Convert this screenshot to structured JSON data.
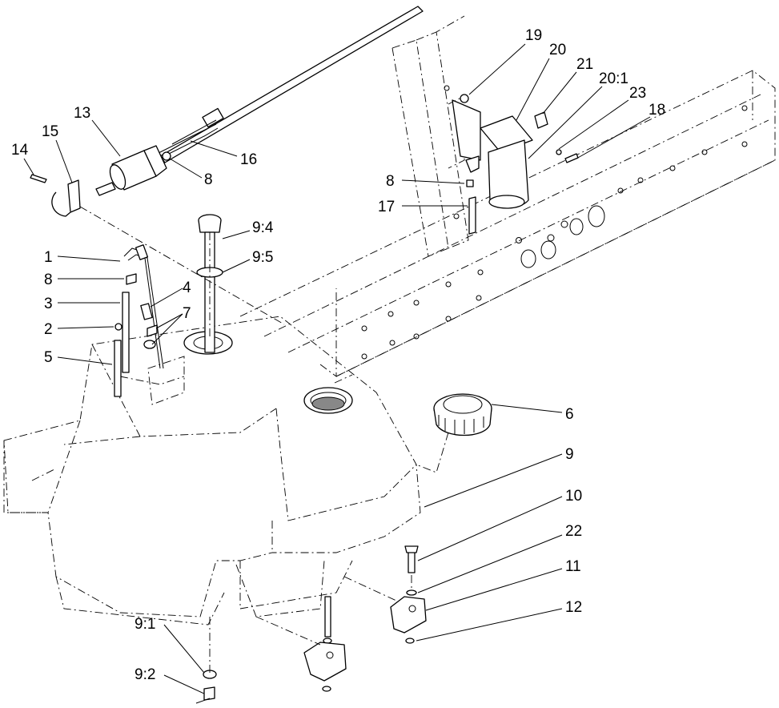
{
  "diagram": {
    "labels": {
      "l1": "1",
      "l2": "2",
      "l3": "3",
      "l4": "4",
      "l5": "5",
      "l6": "6",
      "l7": "7",
      "l8a": "8",
      "l8b": "8",
      "l8c": "8",
      "l9": "9",
      "l91": "9:1",
      "l92": "9:2",
      "l94": "9:4",
      "l95": "9:5",
      "l10": "10",
      "l11": "11",
      "l12": "12",
      "l13": "13",
      "l14": "14",
      "l15": "15",
      "l16": "16",
      "l17": "17",
      "l18": "18",
      "l19": "19",
      "l20": "20",
      "l201": "20:1",
      "l21": "21",
      "l22": "22",
      "l23": "23"
    }
  }
}
